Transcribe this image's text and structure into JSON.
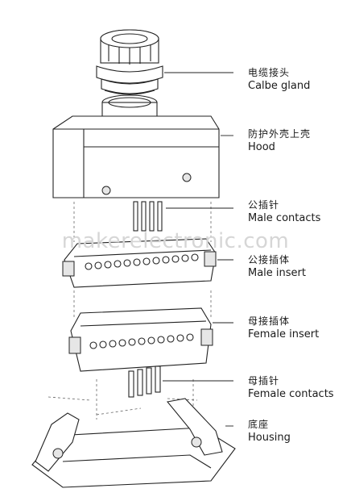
{
  "watermark": "makerelectronic.com",
  "labels": [
    {
      "zh": "电缆接头",
      "en": "Calbe gland"
    },
    {
      "zh": "防护外壳上壳",
      "en": "Hood"
    },
    {
      "zh": "公插针",
      "en": "Male contacts"
    },
    {
      "zh": "公接插体",
      "en": "Male insert"
    },
    {
      "zh": "母接插体",
      "en": "Female insert"
    },
    {
      "zh": "母插针",
      "en": "Female contacts"
    },
    {
      "zh": "底座",
      "en": "Housing"
    }
  ]
}
